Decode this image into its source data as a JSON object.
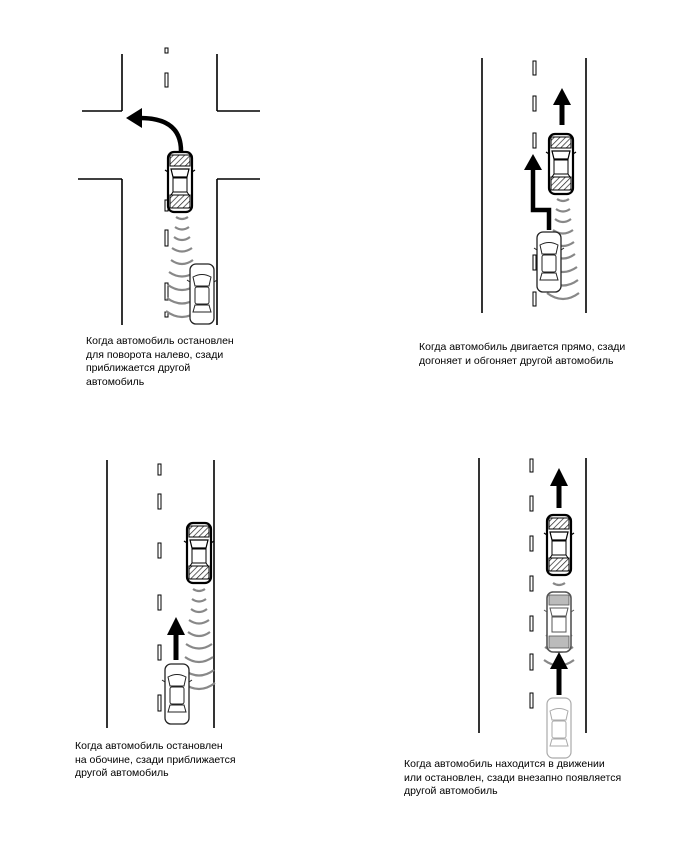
{
  "scenarios": [
    {
      "id": "left-turn",
      "caption": [
        "Когда автомобиль остановлен",
        "для поворота налево, сзади",
        "приближается другой",
        "автомобиль"
      ]
    },
    {
      "id": "overtake",
      "caption": [
        "Когда автомобиль двигается прямо, сзади",
        "догоняет и обгоняет другой автомобиль"
      ]
    },
    {
      "id": "shoulder",
      "caption": [
        "Когда автомобиль остановлен",
        "на обочине, сзади приближается",
        "другой автомобиль"
      ]
    },
    {
      "id": "sudden",
      "caption": [
        "Когда автомобиль находится в движении",
        "или остановлен, сзади внезапно появляется",
        "другой автомобиль"
      ]
    }
  ]
}
